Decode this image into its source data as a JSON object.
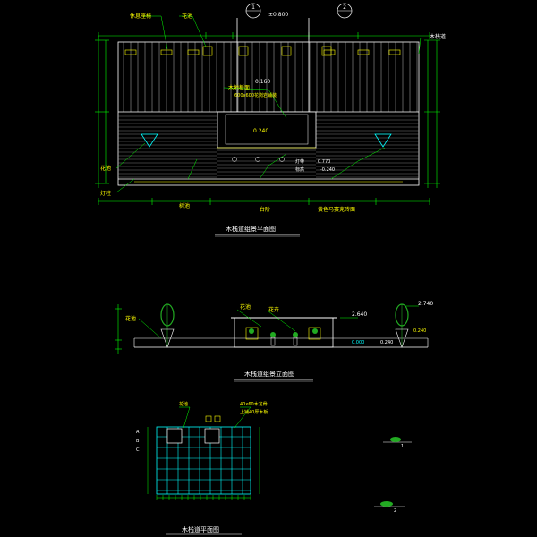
{
  "colors": {
    "background": "#000000",
    "dimension": "#00ff00",
    "outline": "#ffffff",
    "hatch": "#cccccc",
    "text": "#ffff00",
    "accent": "#00ffff",
    "glass": "#00ffff",
    "tree": "#22aa22"
  },
  "plan": {
    "title": "木栈道组景平面图",
    "markers": [
      "1",
      "2"
    ],
    "elev_top": "±0.800",
    "elev_1": "0.160",
    "elev_2": "0.240",
    "elev_3": "0.770",
    "elev_4": "-0.240",
    "labels": {
      "top_1": "休息座椅",
      "top_2": "花池",
      "right_1": "木栈道",
      "left_1": "花池",
      "left_2": "灯柱",
      "mid_1": "木地板面",
      "mid_2": "600x600花岗岩铺装",
      "mid_3": "灯带",
      "mid_4": "标高",
      "bot_1": "树池",
      "bot_2": "台阶",
      "bot_3": "黄色马赛克砖面"
    }
  },
  "elevation": {
    "title": "木栈道组景立面图",
    "labels": {
      "left": "花池",
      "mid_1": "花池",
      "mid_2": "花卉",
      "elev_r1": "2.640",
      "elev_r2": "2.740",
      "elev_r3": "0.000",
      "elev_r4": "0.240"
    }
  },
  "detail": {
    "title": "木栈道平面图",
    "labels": {
      "top_1": "花池",
      "top_2": "40x60木龙骨",
      "top_3": "上铺40厚木板"
    },
    "side_marks": [
      "A",
      "B",
      "C"
    ],
    "sym_1": "1",
    "sym_2": "2"
  }
}
